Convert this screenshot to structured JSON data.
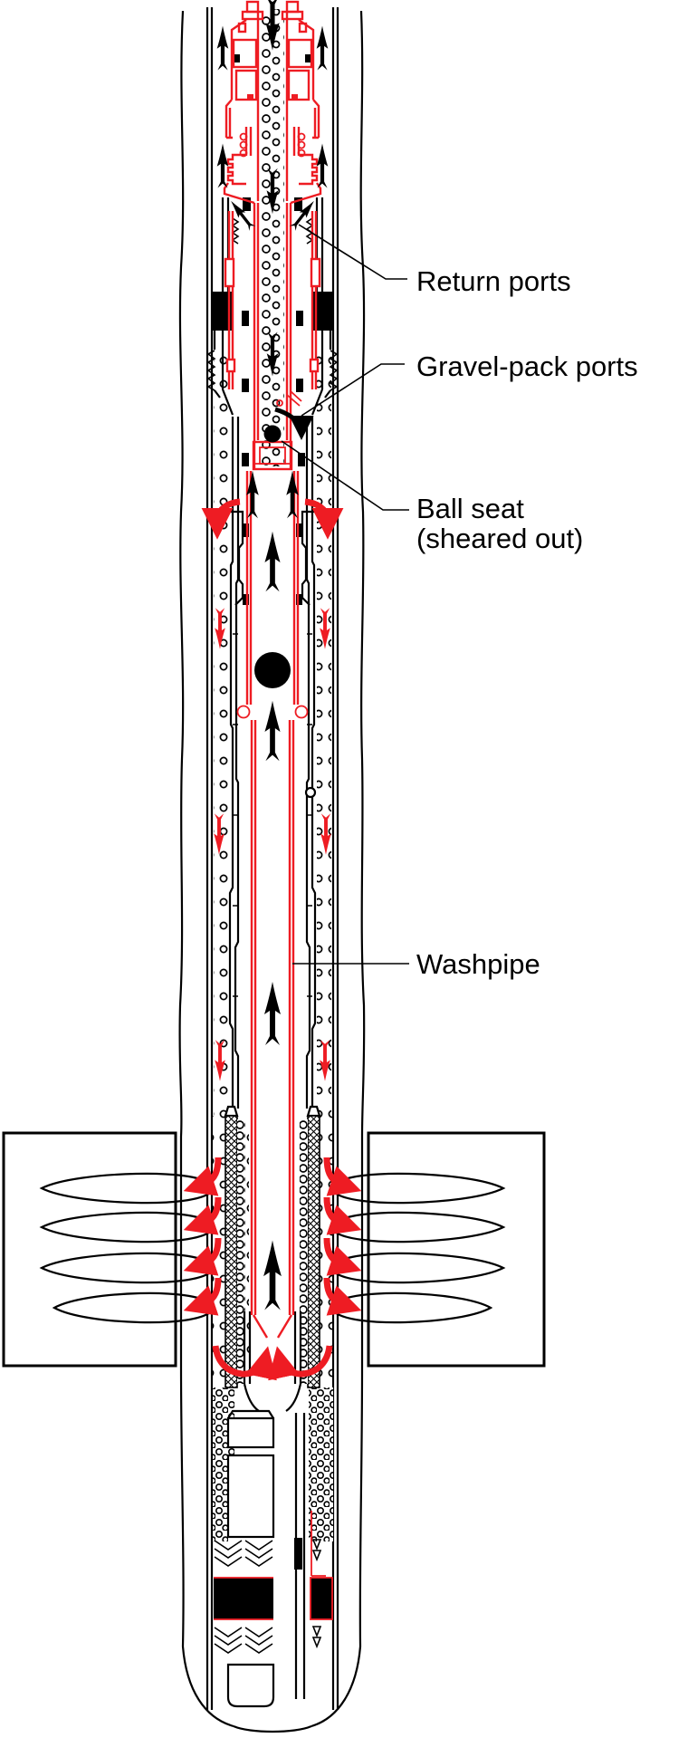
{
  "diagram": {
    "annotations": {
      "return_ports": {
        "label": "Return ports"
      },
      "gravel_pack_ports": {
        "label": "Gravel-pack ports"
      },
      "ball_seat": {
        "label_line1": "Ball seat",
        "label_line2": "(sheared out)"
      },
      "washpipe": {
        "label": "Washpipe"
      }
    },
    "colors": {
      "flow_red": "#ee1c23",
      "ink_black": "#000000",
      "paper_white": "#ffffff"
    }
  }
}
